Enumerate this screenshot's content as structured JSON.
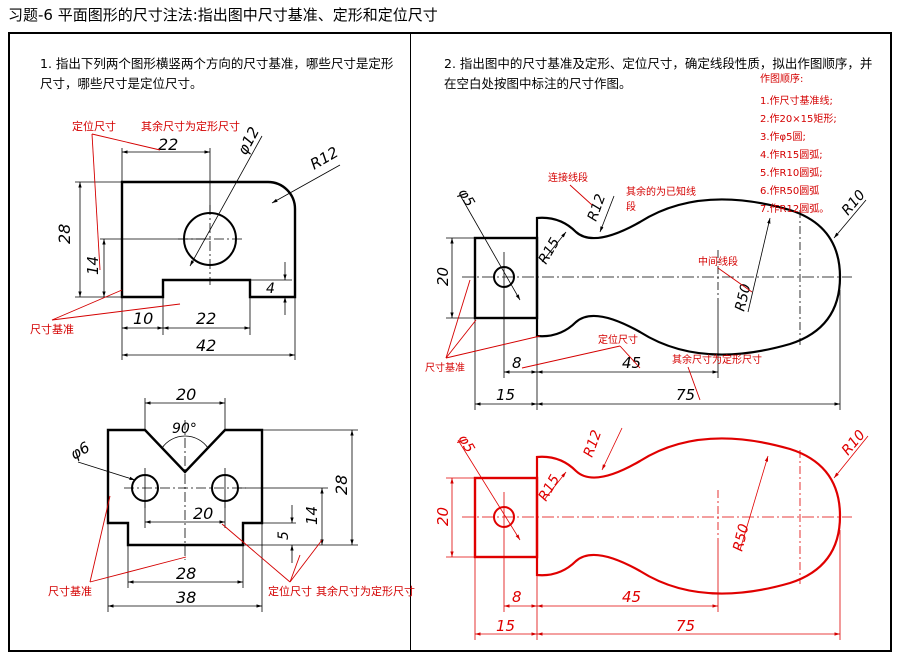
{
  "header": "习题-6   平面图形的尺寸注法:指出图中尺寸基准、定形和定位尺寸",
  "left": {
    "question_line1": "1. 指出下列两个图形横竖两个方向的尺寸基准，哪些尺寸是定形",
    "question_line2": "尺寸，哪些尺寸是定位尺寸。",
    "fig1": {
      "locate_label": "定位尺寸",
      "shape_label": "其余尺寸为定形尺寸",
      "datum_label": "尺寸基准",
      "dims": {
        "d22top": "22",
        "phi12": "φ12",
        "r12": "R12",
        "d28": "28",
        "d14": "14",
        "d4": "4",
        "d10": "10",
        "d22bot": "22",
        "d42": "42"
      }
    },
    "fig2": {
      "datum_label": "尺寸基准",
      "locate_label": "定位尺寸",
      "shape_label": "其余尺寸为定形尺寸",
      "dims": {
        "d20top": "20",
        "angle": "90°",
        "phi6": "φ6",
        "d20mid": "20",
        "d28v": "28",
        "d14": "14",
        "d5": "5",
        "d28h": "28",
        "d38": "38"
      }
    }
  },
  "right": {
    "question_line1": "2. 指出图中的尺寸基准及定形、定位尺寸，确定线段性质，拟出作图顺序，并",
    "question_line2": "在空白处按图中标注的尺寸作图。",
    "order_title": "作图顺序:",
    "order_steps": [
      "1.作尺寸基准线;",
      "2.作20×15矩形;",
      "3.作φ5圆;",
      "4.作R15圆弧;",
      "5.作R10圆弧;",
      "6.作R50圆弧",
      "7.作R12圆弧。"
    ],
    "annotations": {
      "connect": "连接线段",
      "known": "其余的为已知线",
      "known2": "段",
      "middle": "中间线段",
      "locate": "定位尺寸",
      "shape": "其余尺寸为定形尺寸",
      "datum": "尺寸基准"
    },
    "dims": {
      "phi5": "φ5",
      "r12": "R12",
      "r15": "R15",
      "r10": "R10",
      "r50": "R50",
      "d20": "20",
      "d8": "8",
      "d45": "45",
      "d15": "15",
      "d75": "75"
    },
    "colors": {
      "annotation": "#d40000",
      "drawing": "#e00000"
    }
  }
}
